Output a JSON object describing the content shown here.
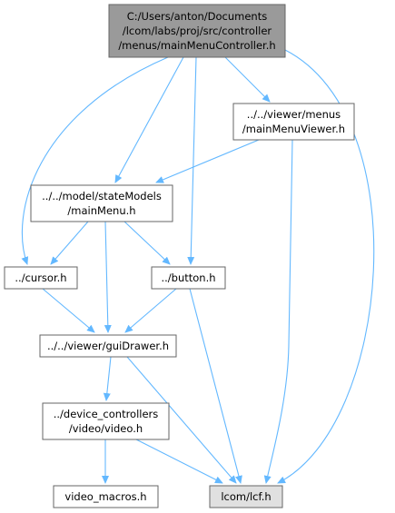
{
  "colors": {
    "edge": "#63b8ff",
    "node_fill": "#ffffff",
    "root_fill": "#9a9a9a",
    "system_fill": "#e0e0e0",
    "border": "#666666"
  },
  "nodes": [
    {
      "id": "root",
      "lines": [
        "C:/Users/anton/Documents",
        "/lcom/labs/proj/src/controller",
        "/menus/mainMenuController.h"
      ],
      "kind": "root"
    },
    {
      "id": "viewer_menu",
      "lines": [
        "../../viewer/menus",
        "/mainMenuViewer.h"
      ],
      "kind": "normal"
    },
    {
      "id": "main_menu",
      "lines": [
        "../../model/stateModels",
        "/mainMenu.h"
      ],
      "kind": "normal"
    },
    {
      "id": "cursor",
      "lines": [
        "../cursor.h"
      ],
      "kind": "normal"
    },
    {
      "id": "button",
      "lines": [
        "../button.h"
      ],
      "kind": "normal"
    },
    {
      "id": "gui_drawer",
      "lines": [
        "../../viewer/guiDrawer.h"
      ],
      "kind": "normal"
    },
    {
      "id": "video",
      "lines": [
        "../device_controllers",
        "/video/video.h"
      ],
      "kind": "normal"
    },
    {
      "id": "video_macros",
      "lines": [
        "video_macros.h"
      ],
      "kind": "normal"
    },
    {
      "id": "lcf",
      "lines": [
        "lcom/lcf.h"
      ],
      "kind": "system"
    }
  ],
  "edges": [
    {
      "from": "root",
      "to": "viewer_menu"
    },
    {
      "from": "root",
      "to": "main_menu"
    },
    {
      "from": "root",
      "to": "cursor"
    },
    {
      "from": "root",
      "to": "button"
    },
    {
      "from": "root",
      "to": "lcf"
    },
    {
      "from": "viewer_menu",
      "to": "main_menu"
    },
    {
      "from": "viewer_menu",
      "to": "lcf"
    },
    {
      "from": "main_menu",
      "to": "cursor"
    },
    {
      "from": "main_menu",
      "to": "button"
    },
    {
      "from": "main_menu",
      "to": "gui_drawer"
    },
    {
      "from": "cursor",
      "to": "gui_drawer"
    },
    {
      "from": "button",
      "to": "gui_drawer"
    },
    {
      "from": "button",
      "to": "lcf"
    },
    {
      "from": "gui_drawer",
      "to": "video"
    },
    {
      "from": "gui_drawer",
      "to": "lcf"
    },
    {
      "from": "video",
      "to": "video_macros"
    },
    {
      "from": "video",
      "to": "lcf"
    }
  ]
}
